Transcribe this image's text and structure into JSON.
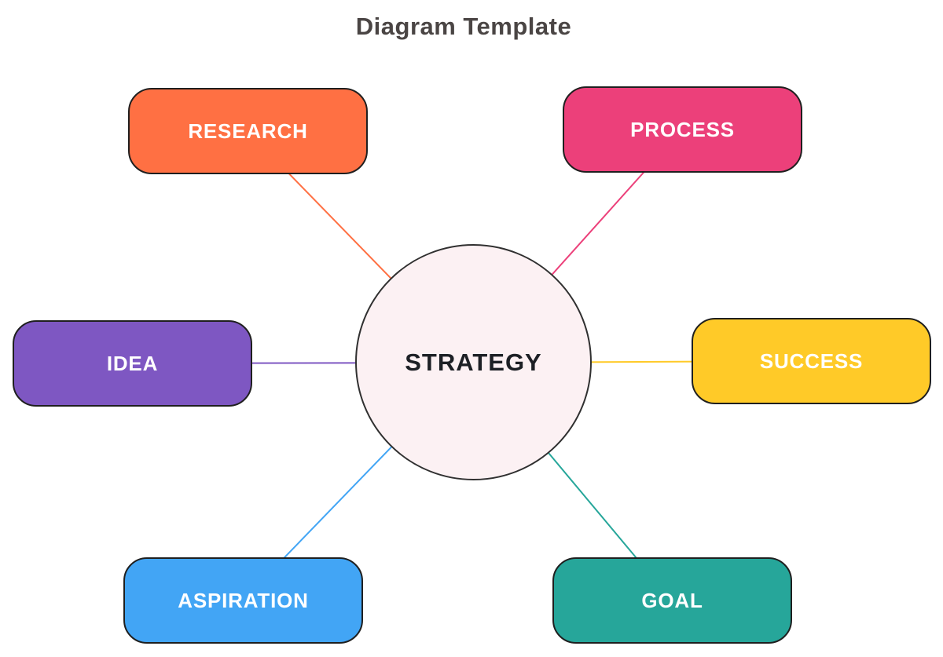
{
  "title": "Diagram Template",
  "title_color": "#4A4544",
  "center": {
    "label": "STRATEGY",
    "fill": "#FCF1F3",
    "border": "#303030",
    "text_color": "#1D2025"
  },
  "node_text_color": "#FFFFFF",
  "node_border_color": "#1F1F1F",
  "nodes": [
    {
      "id": "research",
      "label": "RESEARCH",
      "color": "#FF7043"
    },
    {
      "id": "process",
      "label": "PROCESS",
      "color": "#EC407A"
    },
    {
      "id": "idea",
      "label": "IDEA",
      "color": "#7E57C2"
    },
    {
      "id": "success",
      "label": "SUCCESS",
      "color": "#FFCA28"
    },
    {
      "id": "aspiration",
      "label": "ASPIRATION",
      "color": "#42A5F5"
    },
    {
      "id": "goal",
      "label": "GOAL",
      "color": "#26A69A"
    }
  ]
}
